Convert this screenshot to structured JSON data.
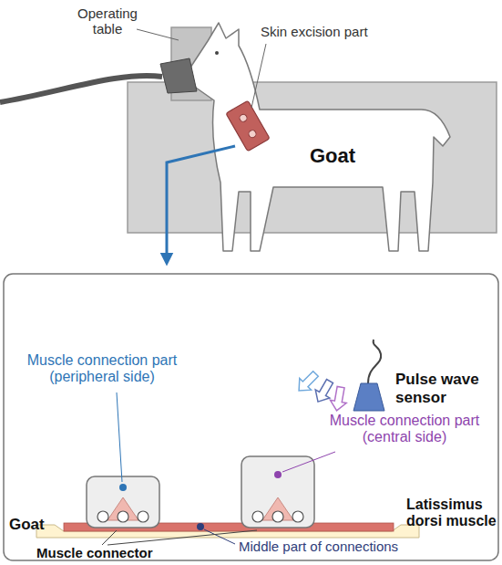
{
  "diagram": {
    "labels": [
      "Operating table",
      "Skin excision part",
      "Goat",
      "Pulse wave sensor",
      "Muscle connection part (peripheral side)",
      "Muscle connection part (central side)",
      "Goat",
      "Latissimus dorsi muscle",
      "Muscle connector",
      "Middle part of connections"
    ]
  }
}
